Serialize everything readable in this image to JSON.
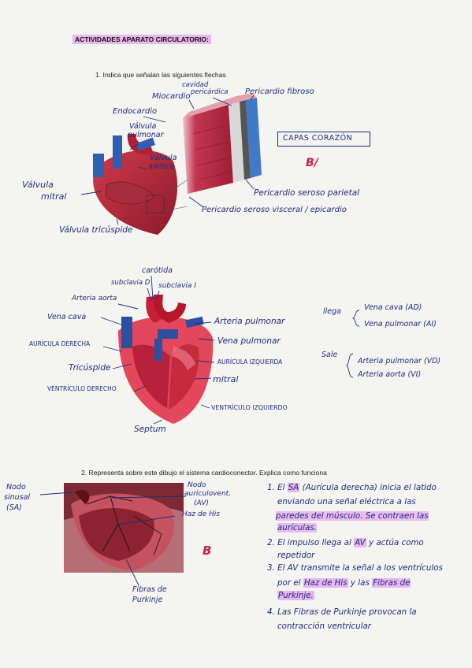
{
  "title": "ACTIVIDADES APARATO CIRCULATORIO:",
  "q1": {
    "text": "1.   Indica que señalan las siguientes flechas",
    "labels": {
      "cavidad": "cavidad",
      "pericardica": "pericárdica",
      "miocardio": "Miocardio",
      "pericardio_fibroso": "Pericardio fibroso",
      "endocardio": "Endocardio",
      "valvula_pulmonar_1": "Válvula",
      "valvula_pulmonar_2": "pulmonar",
      "valvula_aortica_1": "Válvula",
      "valvula_aortica_2": "aórtica",
      "capas_corazon": "CAPAS CORAZÓN",
      "valvula_mitral_1": "Válvula",
      "valvula_mitral_2": "mitral",
      "pericardio_seroso_parietal": "Pericardio seroso parietal",
      "pericardio_seroso_visceral": "Pericardio seroso visceral / epicardio",
      "valvula_tricuspide": "Válvula tricúspide"
    },
    "mark": "B/"
  },
  "q1b": {
    "labels": {
      "carotida": "carótida",
      "subclavia_d": "subclavia D",
      "subclavia_i": "subclavia I",
      "arteria_aorta": "Arteria aorta",
      "vena_cava": "Vena cava",
      "auricula_derecha": "AURÍCULA DERECHA",
      "tricuspide": "Tricúspide",
      "ventriculo_derecho": "VENTRÍCULO DERECHO",
      "septum": "Septum",
      "arteria_pulmonar": "Arteria pulmonar",
      "vena_pulmonar": "Vena pulmonar",
      "auricula_izquierda": "AURÍCULA IZQUIERDA",
      "mitral": "mitral",
      "ventriculo_izquierdo": "VENTRÍCULO IZQUIERDO"
    },
    "llega": "llega",
    "llega_items": [
      "Vena cava (AD)",
      "Vena pulmonar (AI)"
    ],
    "sale": "Sale",
    "sale_items": [
      "Arteria pulmonar (VD)",
      "Arteria aorta (VI)"
    ]
  },
  "q2": {
    "text": "2.   Representa sobre este dibujo el sistema cardioconector. Explica como funciona",
    "labels": {
      "nodo_sinusal_1": "Nodo",
      "nodo_sinusal_2": "sinusal",
      "nodo_sinusal_3": "(SA)",
      "nodo_av_1": "Nodo",
      "nodo_av_2": "auriculovent.",
      "nodo_av_3": "(AV)",
      "haz_his": "Haz de His",
      "fibras_1": "Fibras de",
      "fibras_2": "Purkinje"
    },
    "mark": "B",
    "explanation": {
      "l1a": "1. El ",
      "l1_sa": "SA",
      "l1b": " (Aurícula derecha) inicia el latido",
      "l2": "enviando una señal eléctrica a las",
      "l3": "paredes del músculo. Se contraen las",
      "l4": "aurículas.",
      "l5a": "2. El impulso llega al ",
      "l5_av": "AV",
      "l5b": " y actúa como",
      "l6": "repetidor",
      "l7": "3. El AV transmite la señal a los ventrículos",
      "l8a": "por el ",
      "l8_haz": "Haz de His",
      "l8b": " y las ",
      "l8_fibras": "Fibras de",
      "l9": "Purkinje.",
      "l10": "4. Las Fibras de Purkinje provocan la",
      "l11": "contracción ventricular"
    }
  }
}
